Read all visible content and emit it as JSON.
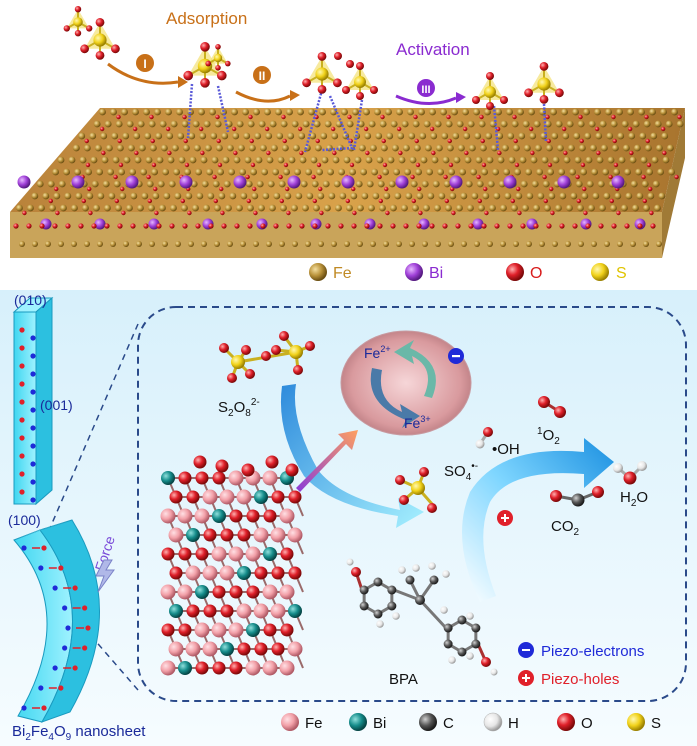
{
  "top": {
    "step_labels": {
      "adsorption": "Adsorption",
      "activation": "Activation"
    },
    "steps": [
      "I",
      "II",
      "III"
    ],
    "legend": [
      {
        "label": "Fe",
        "color": "#b9923a",
        "text_color": "#c08a24"
      },
      {
        "label": "Bi",
        "color": "#a040d8",
        "text_color": "#8a2bd0"
      },
      {
        "label": "O",
        "color": "#e0202a",
        "text_color": "#d81c1c"
      },
      {
        "label": "S",
        "color": "#f1d21a",
        "text_color": "#e0c400"
      }
    ]
  },
  "bottom": {
    "facets": {
      "f010": "(010)",
      "f001": "(001)",
      "f100": "(100)"
    },
    "force_label": "Force",
    "nanosheet_label": {
      "pre": "Bi",
      "s1": "2",
      "mid": "Fe",
      "s2": "4",
      "m2": "O",
      "s3": "9",
      "post": " nanosheet"
    },
    "persulfate": {
      "pre": "S",
      "s1": "2",
      "mid": "O",
      "s2": "8",
      "sup": "2-"
    },
    "fe2": {
      "base": "Fe",
      "sup": "2+"
    },
    "fe3": {
      "base": "Fe",
      "sup": "3+"
    },
    "oh_radical": "•OH",
    "singlet_oxygen": {
      "sup": "1",
      "base": "O",
      "sub": "2"
    },
    "sulfate_radical": {
      "base": "SO",
      "sub": "4",
      "sup": "•-"
    },
    "water": {
      "pre": "H",
      "sub": "2",
      "post": "O"
    },
    "co2": {
      "pre": "CO",
      "sub": "2"
    },
    "bpa": "BPA",
    "charge_legend": [
      {
        "symbol": "−",
        "label": "Piezo-electrons",
        "color": "#1f2ad8"
      },
      {
        "symbol": "+",
        "label": "Piezo-holes",
        "color": "#e0202a"
      }
    ],
    "atom_legend": [
      {
        "label": "Fe",
        "color": "#f2a0a8"
      },
      {
        "label": "Bi",
        "color": "#158c8a"
      },
      {
        "label": "C",
        "color": "#555555"
      },
      {
        "label": "H",
        "color": "#f0f0f0"
      },
      {
        "label": "O",
        "color": "#e0202a"
      },
      {
        "label": "S",
        "color": "#f1d21a"
      }
    ]
  }
}
